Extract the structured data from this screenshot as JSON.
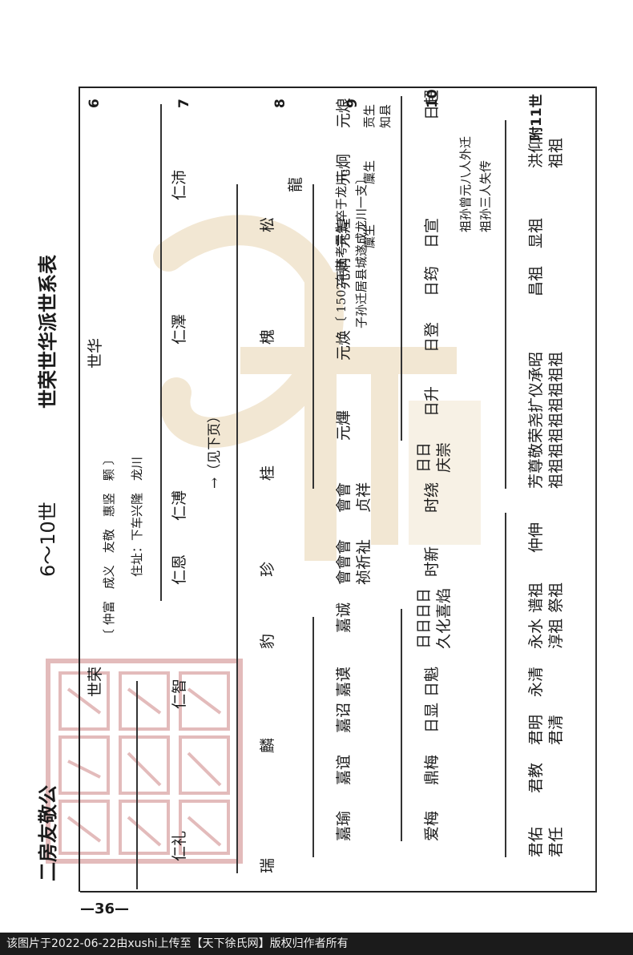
{
  "header": {
    "title_lineage": "二房友敬公",
    "title_range": "6～10世",
    "title_branch": "世荣世华派世系表"
  },
  "notes": {
    "ancestors": "〔 仲富　成义　友敬　惠竖　颗 〕",
    "residence": "住址：下车兴隆　龙川",
    "migration_1": "〔 1502年赴考贡生卒于龙川，",
    "migration_2": "子孙迁居县城遂成龙川一支〕"
  },
  "generations": {
    "g6": "6",
    "g7": "7",
    "g8": "8",
    "g9": "9",
    "g10": "10",
    "g11": "附11世"
  },
  "tree": {
    "g6_shirong": "世荣",
    "g6_shihua": "世华",
    "g7_renli": "仁礼",
    "g7_renzhi": "仁智",
    "g7_renen": "仁恩",
    "g7_renpu": "仁溥",
    "g7_renze": "仁澤",
    "g7_renpei": "仁沛",
    "g7_see_next": "→（见下页）",
    "g8_rui": "瑞",
    "g8_lin": "麟",
    "g8_bao": "豹",
    "g8_zhen": "珍",
    "g8_gui": "桂",
    "g8_huai": "槐",
    "g8_song": "松",
    "g8_long": "龍",
    "g9_jiayu": "嘉瑜",
    "g9_jiayi": "嘉谊",
    "g9_jiazhao": "嘉诏",
    "g9_jiamo": "嘉谟",
    "g9_jiacheng": "嘉诚",
    "g9_hui": "會會會",
    "g9_zhen_qi_zhi": "祯祈祉",
    "g9_hui2": "會會",
    "g9_zhenxiang": "贞祥",
    "g9_yuanbiao": "元熚",
    "g9_yuanhuan": "元焕",
    "g9_yuanbing": "元炳",
    "g9_yuanhuang": "元煌",
    "g9_yuanjiong": "元炯",
    "g9_yuanliang": "元烺",
    "g9_gongsheng": "贡生",
    "g9_zhixian": "知县",
    "g9_linsheng1": "廩生",
    "g9_linsheng2": "廩生",
    "g10_aimei": "爱梅",
    "g10_dingmei": "鼎梅",
    "g10_rixian": "日显",
    "g10_rikui": "日魁",
    "g10_ri5": "日日日日",
    "g10_jiuhuaxiyan": "久化喜焰",
    "g10_rixin": "时新",
    "g10_shirao": "时绕",
    "g10_riqing": "日日",
    "g10_qingchong": "庆崇",
    "g10_risheng": "日升",
    "g10_rideng": "日登",
    "g10_riyun": "日筠",
    "g10_rixuan": "日宣",
    "g10_richao": "日超",
    "g10_note1": "祖孙曾元八人外迁",
    "g10_note2": "祖孙三人失传",
    "g11_junyou": "君佑",
    "g11_junren": "君任",
    "g11_junjiao": "君教",
    "g11_junming": "君明",
    "g11_junqing": "君清",
    "g11_yongqing": "永清",
    "g11_yongshui": "永水",
    "g11_chunzu": "淳祖",
    "g11_jizu": "谱祖",
    "g11_jizu2": "祭祖",
    "g11_zhongshen": "仲伸",
    "g11_group1": "芳尊敬荣尧扩仪承昭",
    "g11_group1b": "祖祖祖祖祖祖祖祖祖",
    "g11_changzu": "昌祖",
    "g11_xianzu": "显祖",
    "g11_hongyang": "洪仰",
    "g11_zuzu": "祖祖"
  },
  "page_number": "—36—",
  "footer": "该图片于2022-06-22由xushi上传至【天下徐氏网】版权归作者所有",
  "colors": {
    "watermark": "#c8963c",
    "seal": "#b04040",
    "footer_bg": "#1b1b1b"
  }
}
